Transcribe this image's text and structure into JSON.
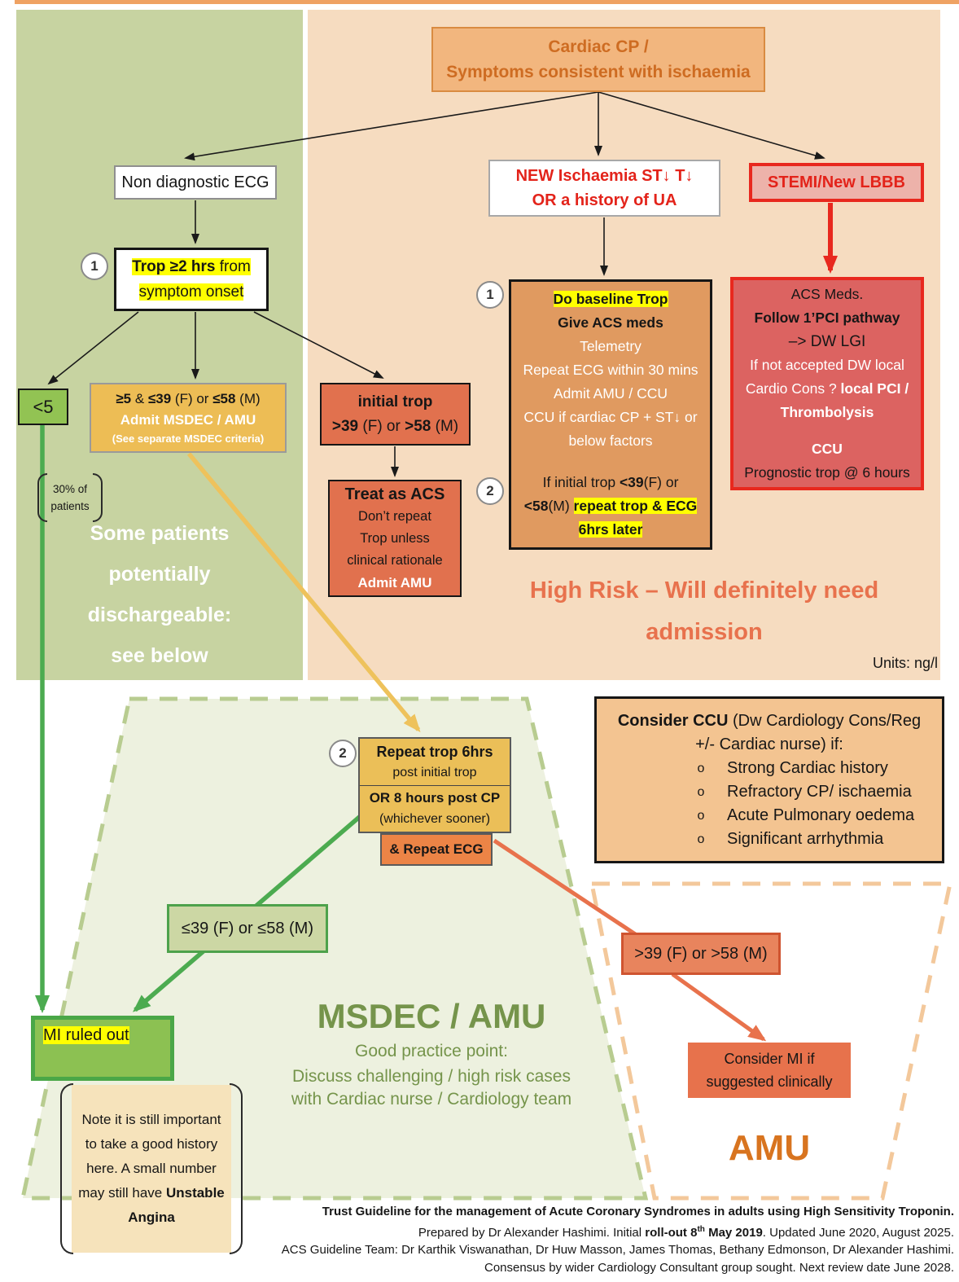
{
  "banner": {
    "line1": "Cardiac CP /",
    "line2": "Symptoms consistent with ischaemia"
  },
  "branches": {
    "non_diagnostic_ecg": "Non diagnostic ECG",
    "new_ischaemia_line1": "NEW Ischaemia  ST↓ T↓",
    "new_ischaemia_line2": "OR a history of UA",
    "stemi": "STEMI/New LBBB"
  },
  "markers": {
    "one": "1",
    "two": "2"
  },
  "trop_box": {
    "bold": "Trop ≥2 hrs",
    "rest": " from",
    "line2": "symptom onset"
  },
  "lt5": "<5",
  "amber_box": {
    "seg1": "≥5",
    "seg2": " & ",
    "seg3": "≤39",
    "seg4": " (F) or ",
    "seg5": "≤58",
    "seg6": " (M)",
    "line2": "Admit MSDEC / AMU",
    "line3": "(See separate MSDEC criteria)"
  },
  "initial_trop": {
    "line1": "initial trop",
    "seg1": ">39",
    "seg2": " (F) or ",
    "seg3": ">58",
    "seg4": " (M)"
  },
  "treat_acs": {
    "line1": "Treat as ACS",
    "line2": "Don’t repeat",
    "line3": "Trop unless",
    "line4": "clinical rationale",
    "line5": "Admit AMU"
  },
  "baseline_box": {
    "line1": "Do baseline Trop",
    "line2": "Give ACS meds",
    "line3": "Telemetry",
    "line4": "Repeat ECG within 30 mins",
    "line5": "Admit AMU / CCU",
    "line6": "CCU if cardiac CP + ST↓ or",
    "line7": "below factors",
    "line8a": "If initial trop ",
    "line8b": "<39",
    "line8c": "(F) or",
    "line9a": "<58",
    "line9b": "(M) ",
    "line9c": "repeat trop & ECG",
    "line10": "6hrs later"
  },
  "acs_meds": {
    "line1": "ACS Meds.",
    "line2": "Follow 1’PCI pathway",
    "line3": "–> DW LGI",
    "line4": "If not accepted DW local",
    "line5a": "Cardio Cons ? ",
    "line5b": "local PCI /",
    "line6": "Thrombolysis",
    "line7": "CCU",
    "line8": "Prognostic trop @ 6 hours"
  },
  "thirty_pct": {
    "line1": "30% of",
    "line2": "patients"
  },
  "dischargeable": {
    "line1": "Some patients",
    "line2": "potentially",
    "line3": "dischargeable:",
    "line4": "see below"
  },
  "high_risk": {
    "line1": "High Risk  –  Will definitely need",
    "line2": "admission"
  },
  "units": "Units: ng/l",
  "consider_ccu": {
    "title_bold": "Consider CCU",
    "title_rest": " (Dw Cardiology Cons/Reg",
    "title_line2": "+/- Cardiac nurse) if:",
    "bullet_marker": "o",
    "bullets": [
      "Strong Cardiac history",
      "Refractory CP/ ischaemia",
      "Acute Pulmonary oedema",
      "Significant arrhythmia"
    ]
  },
  "repeat_trop": {
    "line1": "Repeat trop 6hrs",
    "line2": "post initial trop",
    "line3": "OR 8 hours post CP",
    "line4": "(whichever sooner)",
    "ecg": "& Repeat ECG"
  },
  "le39": "≤39 (F) or ≤58 (M)",
  "gt39": ">39 (F) or >58 (M)",
  "consider_mi": {
    "line1": "Consider MI if",
    "line2": "suggested clinically"
  },
  "mi_ruled_out": "MI ruled out",
  "note": {
    "text": "Note it is still important to take a good history here.  A small number may still have ",
    "bold": "Unstable Angina"
  },
  "msdec": {
    "title": "MSDEC / AMU",
    "subtitle": "Good practice point:",
    "line1": "Discuss challenging / high risk cases",
    "line2": "with Cardiac nurse / Cardiology team"
  },
  "amu": "AMU",
  "footer": {
    "line1": "Trust Guideline for the management of Acute Coronary Syndromes in adults using High Sensitivity Troponin.",
    "line2a": "Prepared by Dr Alexander Hashimi.  Initial ",
    "line2b": "roll-out 8",
    "line2sup": "th",
    "line2c": " May 2019",
    "line2d": ".  Updated June 2020, August 2025.",
    "line3": "ACS Guideline Team: Dr Karthik Viswanathan, Dr Huw Masson, James Thomas, Bethany Edmonson, Dr Alexander Hashimi.",
    "line4": "Consensus by wider Cardiology Consultant group sought.   Next review date June 2028."
  },
  "colors": {
    "highlight": "#ffff00",
    "red_accent": "#e8281e",
    "green_line": "#4cab50",
    "gold_line": "#eec25c",
    "orange_accent": "#e8724c",
    "green_panel": "#c7d3a1",
    "orange_panel": "#f6dcc0"
  }
}
